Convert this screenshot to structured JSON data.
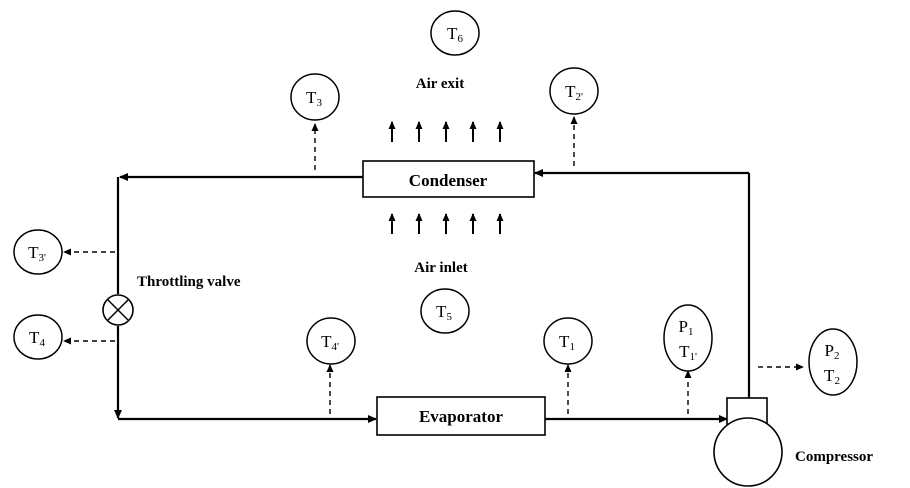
{
  "components": {
    "condenser": "Condenser",
    "evaporator": "Evaporator",
    "compressor": "Compressor",
    "throttling_valve": "Throttling valve"
  },
  "air": {
    "exit": "Air exit",
    "inlet": "Air inlet"
  },
  "sensors": {
    "t6": {
      "main": "T",
      "sub": "6"
    },
    "t3": {
      "main": "T",
      "sub": "3"
    },
    "t2p": {
      "main": "T",
      "sub": "2'"
    },
    "t3p": {
      "main": "T",
      "sub": "3'"
    },
    "t4": {
      "main": "T",
      "sub": "4"
    },
    "t5": {
      "main": "T",
      "sub": "5"
    },
    "t4p": {
      "main": "T",
      "sub": "4'"
    },
    "t1": {
      "main": "T",
      "sub": "1"
    },
    "p1t1p": {
      "line1_main": "P",
      "line1_sub": "1",
      "line2_main": "T",
      "line2_sub": "1'"
    },
    "p2t2": {
      "line1_main": "P",
      "line1_sub": "2",
      "line2_main": "T",
      "line2_sub": "2"
    }
  }
}
